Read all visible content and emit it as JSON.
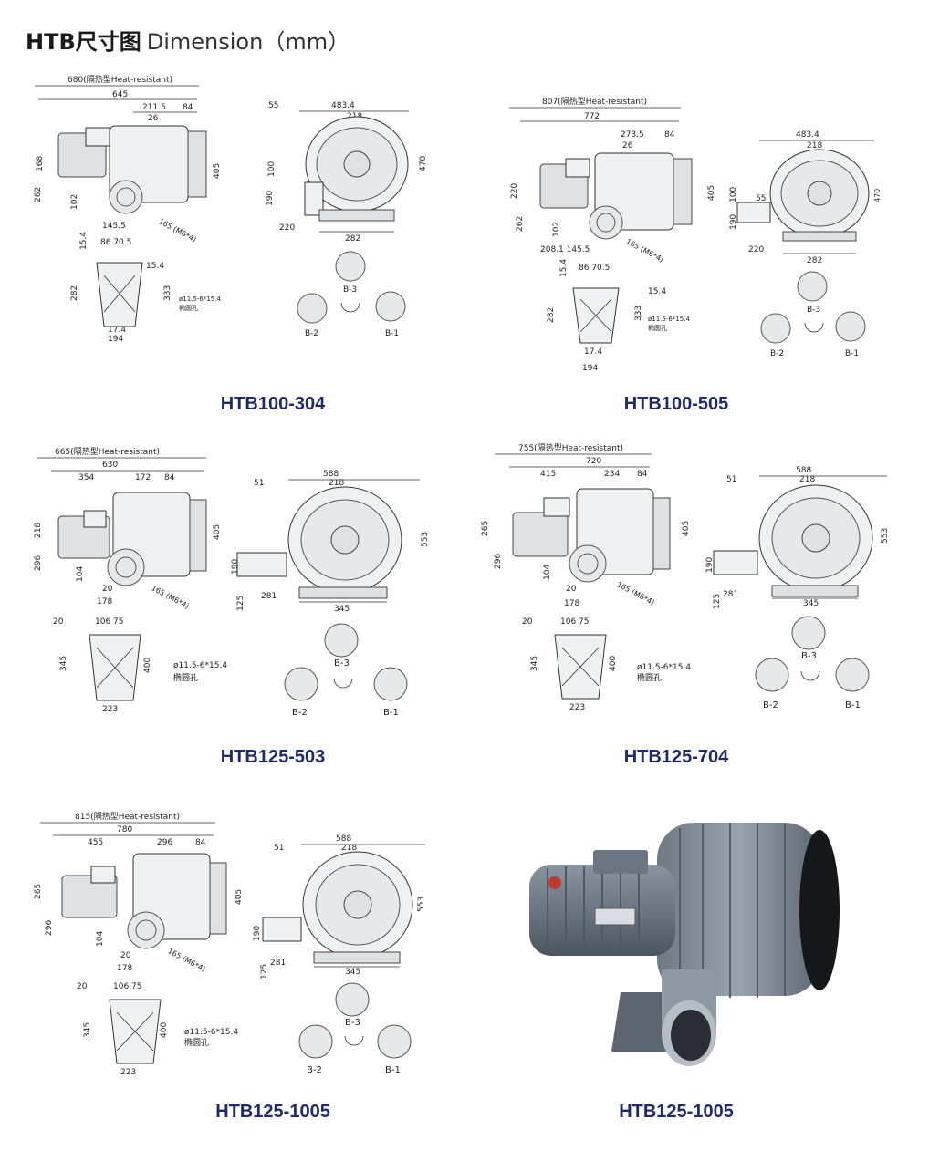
{
  "title": {
    "bold": "HTB尺寸图",
    "light": "Dimension（mm）"
  },
  "panels": [
    {
      "model": "HTB100-304",
      "labels": {
        "heat": "680(隔热型Heat-resistant)",
        "total": "645",
        "a": "211.5",
        "b": "84",
        "c": "26",
        "h1": "168",
        "h2": "262",
        "h3": "102",
        "w1": "145.5",
        "flange": "165 (M6*4)",
        "motor": "405",
        "s55": "55",
        "wtop": "483.4",
        "p218": "218",
        "h470": "470",
        "d100": "100",
        "d190": "190",
        "w220": "220",
        "w282": "282",
        "f1": "15.4",
        "f2": "86 70.5",
        "f3": "15.4",
        "f282": "282",
        "f333": "333",
        "f17": "17.4",
        "f194": "194",
        "hole1": "ø11.5-6*15.4",
        "hole2": "椭圆孔",
        "b3": "B-3",
        "b2": "B-2",
        "b1": "B-1"
      }
    },
    {
      "model": "HTB100-505",
      "labels": {
        "heat": "807(隔热型Heat-resistant)",
        "total": "772",
        "a": "273.5",
        "b": "84",
        "c": "26",
        "h1": "220",
        "h2": "262",
        "h3": "102",
        "w1": "208.1  145.5",
        "flange": "165 (M6*4)",
        "motor": "405",
        "s55": "55",
        "wtop": "483.4",
        "p218": "218",
        "h470": "470",
        "d100": "100",
        "d190": "190",
        "w220": "220",
        "w282": "282",
        "f1": "15.4",
        "f2": "86 70.5",
        "f3": "15.4",
        "f282": "282",
        "f333": "333",
        "f17": "17.4",
        "f194": "194",
        "hole1": "ø11.5-6*15.4",
        "hole2": "椭圆孔",
        "b3": "B-3",
        "b2": "B-2",
        "b1": "B-1"
      }
    },
    {
      "model": "HTB125-503",
      "labels": {
        "heat": "665(隔热型Heat-resistant)",
        "total": "630",
        "a": "354",
        "a2": "172",
        "b": "84",
        "h1": "218",
        "h2": "296",
        "h3": "104",
        "w1": "20",
        "w178": "178",
        "flange": "165 (M6*4)",
        "motor": "405",
        "s51": "51",
        "wtop": "588",
        "p218": "218",
        "h553": "553",
        "d190": "190",
        "d125": "125",
        "w281": "281",
        "w345": "345",
        "f1": "20",
        "f2": "106 75",
        "f345": "345",
        "f400": "400",
        "f223": "223",
        "hole1": "ø11.5-6*15.4",
        "hole2": "椭圆孔",
        "b3": "B-3",
        "b2": "B-2",
        "b1": "B-1"
      }
    },
    {
      "model": "HTB125-704",
      "labels": {
        "heat": "755(隔热型Heat-resistant)",
        "total": "720",
        "a": "415",
        "a2": "234",
        "b": "84",
        "h1": "265",
        "h2": "296",
        "h3": "104",
        "w1": "20",
        "w178": "178",
        "flange": "165 (M6*4)",
        "motor": "405",
        "s51": "51",
        "wtop": "588",
        "p218": "218",
        "h553": "553",
        "d190": "190",
        "d125": "125",
        "w281": "281",
        "w345": "345",
        "f1": "20",
        "f2": "106 75",
        "f345": "345",
        "f400": "400",
        "f223": "223",
        "hole1": "ø11.5-6*15.4",
        "hole2": "椭圆孔",
        "b3": "B-3",
        "b2": "B-2",
        "b1": "B-1"
      }
    },
    {
      "model": "HTB125-1005",
      "labels": {
        "heat": "815(隔热型Heat-resistant)",
        "total": "780",
        "a": "455",
        "a2": "296",
        "b": "84",
        "h1": "265",
        "h2": "296",
        "h3": "104",
        "w1": "20",
        "w178": "178",
        "flange": "165 (M6*4)",
        "motor": "405",
        "s51": "51",
        "wtop": "588",
        "p218": "218",
        "h553": "553",
        "d190": "190",
        "d125": "125",
        "w281": "281",
        "w345": "345",
        "f1": "20",
        "f2": "106 75",
        "f345": "345",
        "f400": "400",
        "f223": "223",
        "hole1": "ø11.5-6*15.4",
        "hole2": "椭圆孔",
        "b3": "B-3",
        "b2": "B-2",
        "b1": "B-1"
      }
    }
  ],
  "photo": {
    "model": "HTB125-1005"
  },
  "colors": {
    "caption": "#1e2a6b",
    "motor_body": "#6b7682",
    "blower_body": "#7d8793"
  }
}
